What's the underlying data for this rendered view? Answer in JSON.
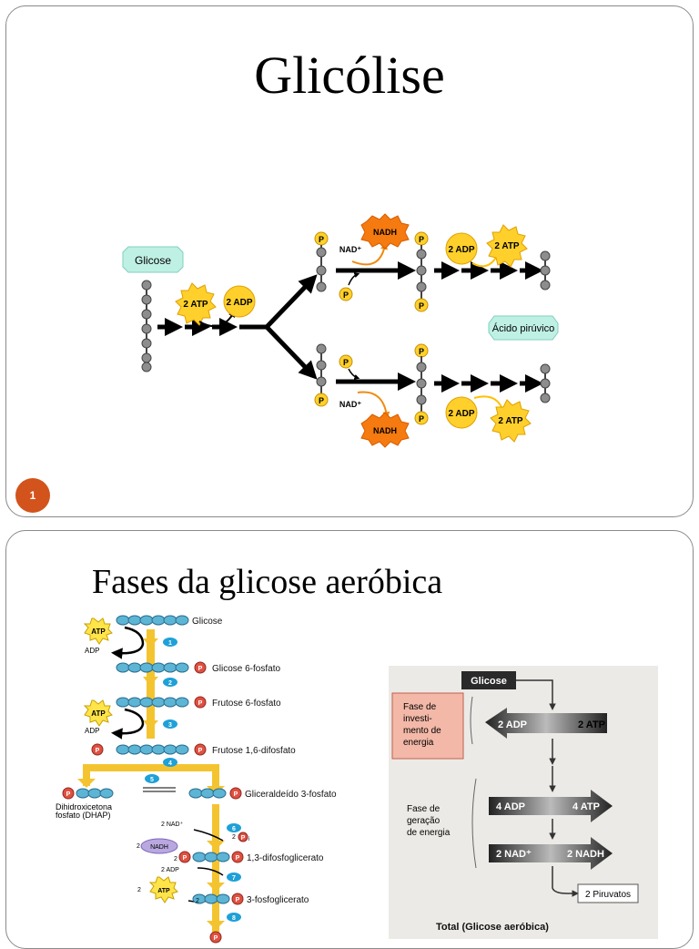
{
  "slide1": {
    "title": "Glicólise",
    "slide_number": "1",
    "diagram": {
      "glucose": "Glicose",
      "atp_in": "2 ATP",
      "adp_in": "2 ADP",
      "nadh": "NADH",
      "nad": "NAD⁺",
      "p": "P",
      "adp_out": "2 ADP",
      "atp_out": "2 ATP",
      "pyruvate": "Ácido pirúvico"
    }
  },
  "slide2": {
    "title": "Fases da glicose aeróbica",
    "pathway": {
      "steps": [
        {
          "n": "1",
          "label": "Glicose"
        },
        {
          "n": "2",
          "label": "Glicose 6-fosfato"
        },
        {
          "n": "3",
          "label": "Frutose 6-fosfato"
        },
        {
          "n": "4",
          "label": "Frutose 1,6-difosfato"
        },
        {
          "n": "5",
          "label": "Gliceraldeído 3-fosfato"
        },
        {
          "n": "6",
          "label": "1,3-difosfoglicerato"
        },
        {
          "n": "7",
          "label": "3-fosfoglicerato"
        },
        {
          "n": "8",
          "label": ""
        }
      ],
      "dhap_line1": "Dihidroxicetona",
      "dhap_line2": "fosfato (DHAP)",
      "atp": "ATP",
      "adp": "ADP",
      "nad_plus": "2 NAD⁺",
      "nadh": "NADH",
      "two": "2",
      "pi": "P",
      "pi_sub": "i",
      "two_adp": "2 ADP"
    },
    "summary": {
      "glucose": "Glicose",
      "phase1_l1": "Fase de",
      "phase1_l2": "investi-",
      "phase1_l3": "mento de",
      "phase1_l4": "energia",
      "phase2_l1": "Fase de",
      "phase2_l2": "geração",
      "phase2_l3": "de energia",
      "arrow1_left": "2 ADP",
      "arrow1_right": "2 ATP",
      "arrow2_left": "4 ADP",
      "arrow2_right": "4 ATP",
      "arrow3_left": "2 NAD⁺",
      "arrow3_right": "2 NADH",
      "pyruvates": "2 Piruvatos",
      "total": "Total (Glicose aeróbica)"
    }
  }
}
